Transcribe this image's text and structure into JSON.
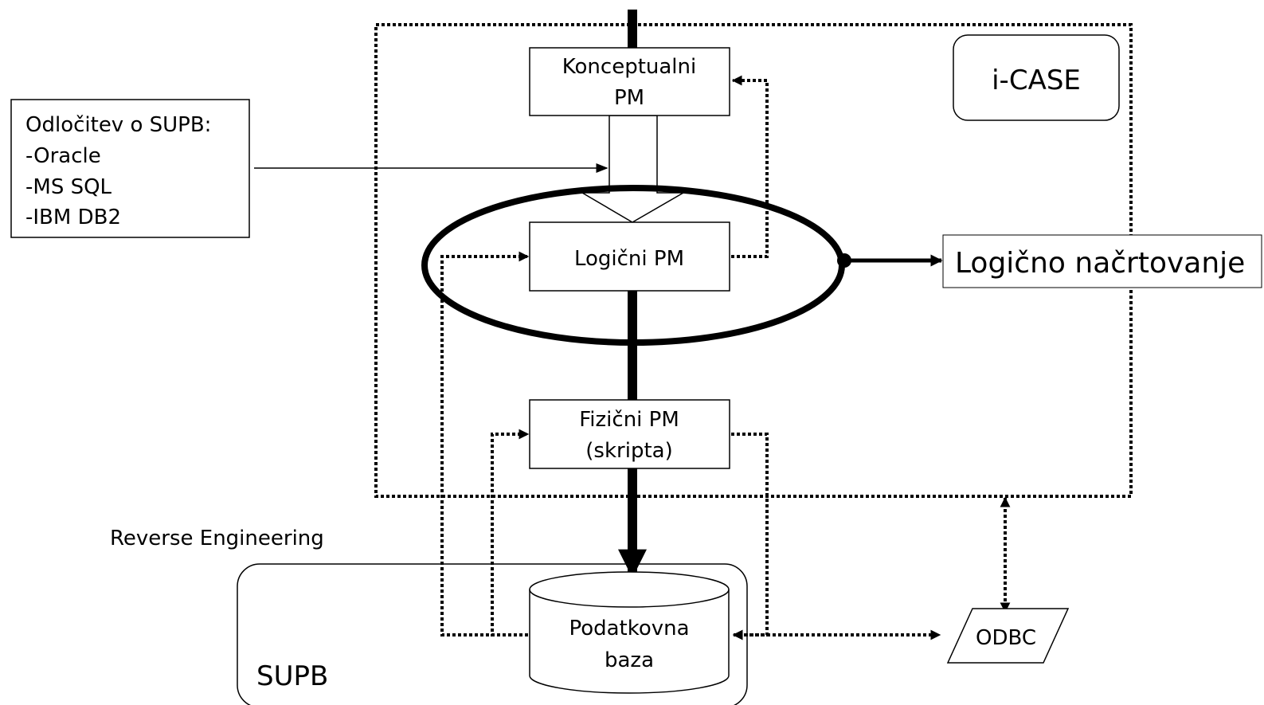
{
  "nodes": {
    "konceptualni": {
      "line1": "Konceptualni",
      "line2": "PM"
    },
    "logicni": {
      "label": "Logični PM"
    },
    "fizicni": {
      "line1": "Fizični PM",
      "line2": "(skripta)"
    },
    "podatkovna": {
      "line1": "Podatkovna",
      "line2": "baza"
    },
    "odbc": {
      "label": "ODBC"
    }
  },
  "decision_box": {
    "line1": "Odločitev o SUPB:",
    "line2": "-Oracle",
    "line3": "-MS SQL",
    "line4": "-IBM DB2"
  },
  "containers": {
    "icase": {
      "label": "i-CASE"
    },
    "supb": {
      "label": "SUPB"
    }
  },
  "labels": {
    "reverse_engineering": "Reverse Engineering",
    "logicno_nacrtovanje": "Logično načrtovanje"
  }
}
